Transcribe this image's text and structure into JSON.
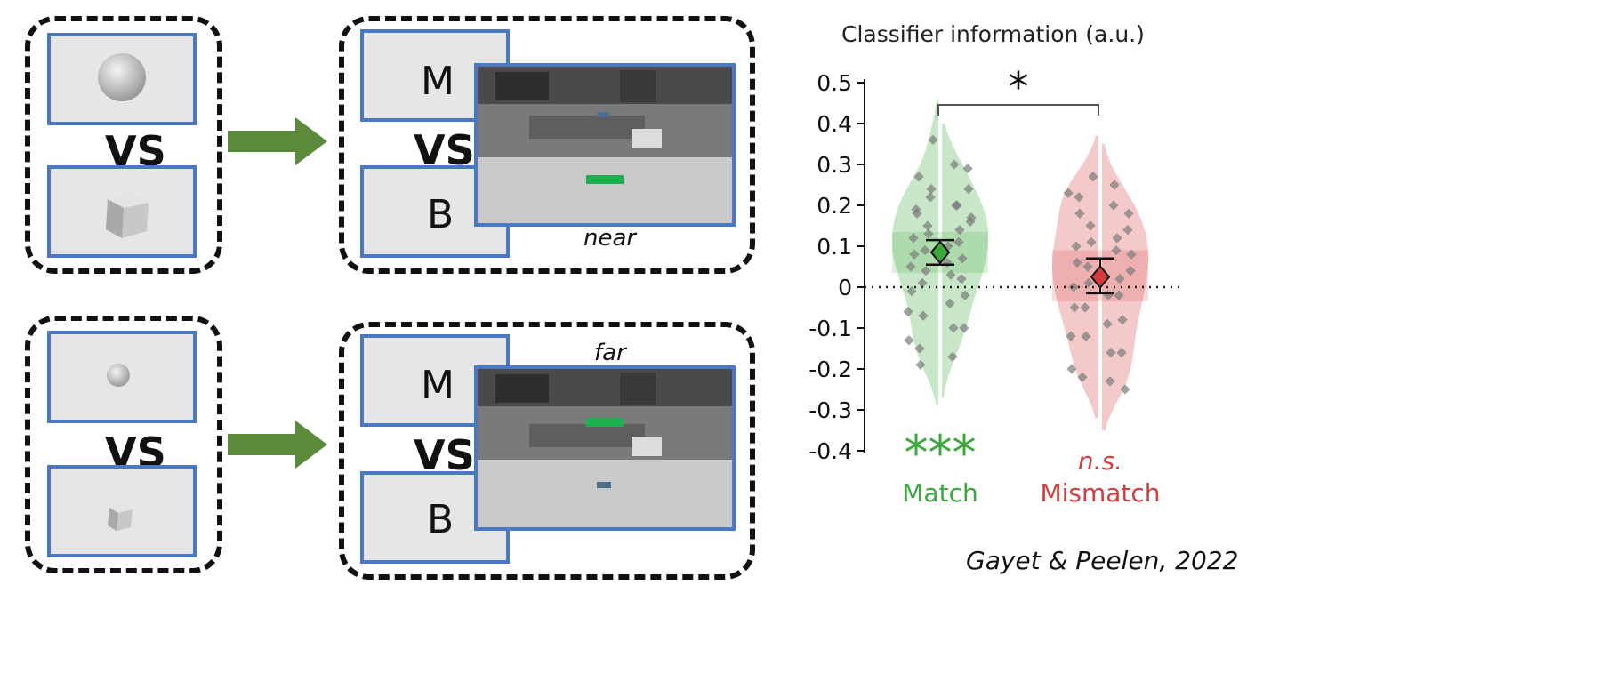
{
  "conditions": {
    "vs_label": "VS",
    "top": {
      "letter_m": "M",
      "letter_b": "B",
      "distance_label": "near"
    },
    "bottom": {
      "letter_m": "M",
      "letter_b": "B",
      "distance_label": "far"
    }
  },
  "colors": {
    "panel_border": "#111111",
    "tile_border": "#4a78c4",
    "arrow": "#5a8a3a",
    "match": "#3aa83a",
    "mismatch": "#d33d3d"
  },
  "chart_data": {
    "type": "violin",
    "title": "Classifier information (a.u.)",
    "ylim": [
      -0.4,
      0.5
    ],
    "yticks": [
      -0.4,
      -0.3,
      -0.2,
      -0.1,
      0,
      0.1,
      0.2,
      0.3,
      0.4,
      0.5
    ],
    "ytick_labels": [
      "-0.4",
      "-0.3",
      "-0.2",
      "-0.1",
      "0",
      "0.1",
      "0.2",
      "0.3",
      "0.4",
      "0.5"
    ],
    "zero_line": "dotted",
    "series": [
      {
        "name": "Match",
        "significance": "***",
        "color": "#3aa83a",
        "mean": 0.085,
        "ci": [
          0.055,
          0.115
        ],
        "points": [
          0.36,
          0.3,
          0.27,
          0.24,
          0.22,
          0.2,
          0.19,
          0.17,
          0.15,
          0.14,
          0.12,
          0.1,
          0.09,
          0.07,
          0.05,
          0.03,
          0.01,
          -0.02,
          -0.06,
          -0.1,
          -0.15,
          0.29,
          0.24,
          0.2,
          0.18,
          0.16,
          0.13,
          0.11,
          0.08,
          0.06,
          0.04,
          0.02,
          -0.01,
          -0.04,
          -0.07,
          -0.1,
          -0.13,
          -0.17,
          -0.19
        ]
      },
      {
        "name": "Mismatch",
        "significance": "n.s.",
        "color": "#d33d3d",
        "mean": 0.025,
        "ci": [
          -0.015,
          0.07
        ],
        "points": [
          0.27,
          0.25,
          0.22,
          0.18,
          0.15,
          0.12,
          0.1,
          0.08,
          0.05,
          0.02,
          0.0,
          -0.02,
          -0.05,
          -0.08,
          -0.12,
          -0.16,
          -0.22,
          -0.25,
          0.23,
          0.2,
          0.18,
          0.14,
          0.11,
          0.09,
          0.06,
          0.04,
          0.01,
          -0.02,
          -0.05,
          -0.09,
          -0.12,
          -0.16,
          -0.2,
          -0.23
        ]
      }
    ],
    "comparison": {
      "between": [
        "Match",
        "Mismatch"
      ],
      "label": "*"
    }
  },
  "credit": "Gayet & Peelen, 2022"
}
